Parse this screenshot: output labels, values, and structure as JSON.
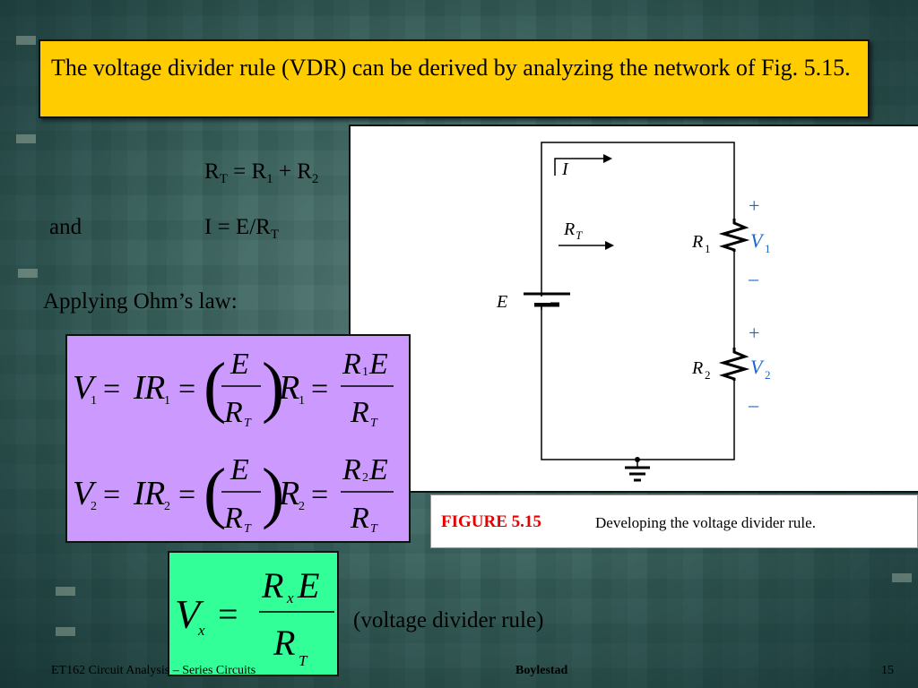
{
  "title": "The voltage divider rule (VDR) can be derived by analyzing the network of Fig. 5.15.",
  "eq_rt": {
    "lhs": "R",
    "lhs_sub": "T",
    "eq": " = R",
    "s1": "1",
    "plus": " + R",
    "s2": "2"
  },
  "and_line": {
    "word": "and",
    "expr": "I = E/R",
    "sub": "T"
  },
  "ohm_heading": "Applying Ohm’s law:",
  "figure": {
    "labels": {
      "I": "I",
      "RT": "R",
      "RT_sub": "T",
      "E": "E",
      "R1": "R",
      "R1_sub": "1",
      "R2": "R",
      "R2_sub": "2",
      "V1": "V",
      "V1_sub": "1",
      "V2": "V",
      "V2_sub": "2",
      "plus": "+",
      "minus": "–"
    }
  },
  "caption": {
    "label": "FIGURE 5.15",
    "text": "Developing the voltage divider rule."
  },
  "equations": {
    "V": "V",
    "I": "I",
    "R": "R",
    "E": "E",
    "T": "T",
    "one": "1",
    "two": "2",
    "x": "x",
    "eq": "=",
    "lparen": "(",
    "rparen": ")"
  },
  "vdr_note": "(voltage divider rule)",
  "footer": {
    "left": "ET162 Circuit Analysis – Series Circuits",
    "center": "Boylestad",
    "page": "15"
  },
  "colors": {
    "title_bg": "#ffcc00",
    "purple_bg": "#cc99ff",
    "green_bg": "#33ff99",
    "figure_blue": "#1a66cc",
    "caption_red": "#e60000"
  }
}
